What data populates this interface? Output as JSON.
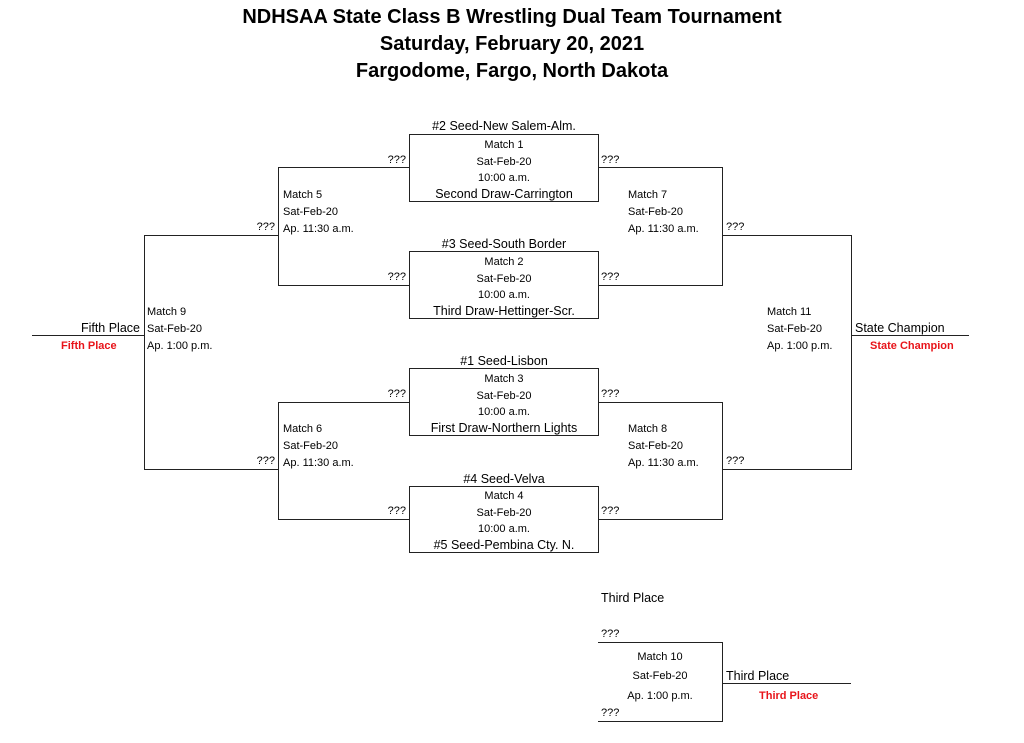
{
  "title": {
    "line1": "NDHSAA State Class B Wrestling Dual Team Tournament",
    "line2": "Saturday, February 20, 2021",
    "line3": "Fargodome, Fargo, North Dakota"
  },
  "unknown": "???",
  "matches": {
    "m1": {
      "top": "#2 Seed-New Salem-Alm.",
      "name": "Match 1",
      "date": "Sat-Feb-20",
      "time": "10:00 a.m.",
      "bottom": "Second Draw-Carrington"
    },
    "m2": {
      "top": "#3 Seed-South Border",
      "name": "Match 2",
      "date": "Sat-Feb-20",
      "time": "10:00 a.m.",
      "bottom": "Third Draw-Hettinger-Scr."
    },
    "m3": {
      "top": "#1 Seed-Lisbon",
      "name": "Match 3",
      "date": "Sat-Feb-20",
      "time": "10:00 a.m.",
      "bottom": "First Draw-Northern Lights"
    },
    "m4": {
      "top": "#4 Seed-Velva",
      "name": "Match 4",
      "date": "Sat-Feb-20",
      "time": "10:00 a.m.",
      "bottom": "#5 Seed-Pembina Cty. N."
    },
    "m5": {
      "name": "Match 5",
      "date": "Sat-Feb-20",
      "time": "Ap. 11:30 a.m."
    },
    "m6": {
      "name": "Match 6",
      "date": "Sat-Feb-20",
      "time": "Ap. 11:30 a.m."
    },
    "m7": {
      "name": "Match 7",
      "date": "Sat-Feb-20",
      "time": "Ap. 11:30 a.m."
    },
    "m8": {
      "name": "Match 8",
      "date": "Sat-Feb-20",
      "time": "Ap. 11:30 a.m."
    },
    "m9": {
      "name": "Match 9",
      "date": "Sat-Feb-20",
      "time": "Ap. 1:00 p.m."
    },
    "m10": {
      "name": "Match 10",
      "date": "Sat-Feb-20",
      "time": "Ap. 1:00 p.m."
    },
    "m11": {
      "name": "Match 11",
      "date": "Sat-Feb-20",
      "time": "Ap. 1:00 p.m."
    }
  },
  "results": {
    "fifth": "Fifth Place",
    "fifth_red": "Fifth Place",
    "champion": "State Champion",
    "champion_red": "State Champion",
    "third_heading": "Third Place",
    "third": "Third Place",
    "third_red": "Third Place"
  }
}
